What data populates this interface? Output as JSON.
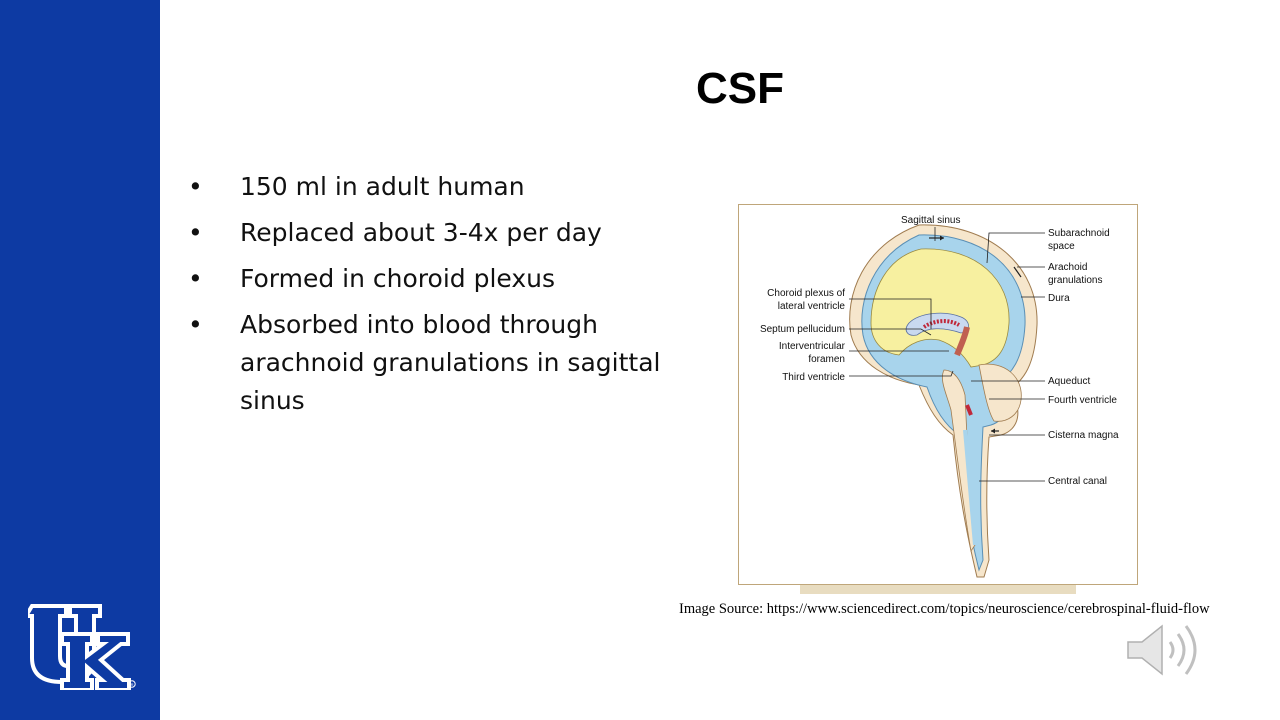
{
  "slide": {
    "title": "CSF",
    "bullets": [
      "150 ml in adult human",
      "Replaced about 3-4x per day",
      "Formed in choroid plexus",
      "Absorbed into blood through arachnoid granulations in sagittal sinus"
    ],
    "bullet_glyph": "•",
    "image_source": "Image Source: https://www.sciencedirect.com/topics/neuroscience/cerebrospinal-fluid-flow"
  },
  "figure": {
    "labels": {
      "sagittal_sinus": "Sagittal sinus",
      "subarachnoid_1": "Subarachnoid",
      "subarachnoid_2": "space",
      "arachoid_1": "Arachoid",
      "arachoid_2": "granulations",
      "dura": "Dura",
      "choroid_1": "Choroid plexus of",
      "choroid_2": "lateral ventricle",
      "septum": "Septum pellucidum",
      "interventricular_1": "Interventricular",
      "interventricular_2": "foramen",
      "third_ventricle": "Third ventricle",
      "aqueduct": "Aqueduct",
      "fourth_ventricle": "Fourth ventricle",
      "cisterna": "Cisterna magna",
      "central_canal": "Central canal"
    }
  },
  "colors": {
    "sidebar": "#0d3aa3",
    "csf_blue": "#a8d4ec",
    "brain_yellow": "#f7f0a0",
    "tissue": "#f6e6cc"
  },
  "icons": {
    "logo": "uk-logo-icon",
    "speaker": "speaker-icon"
  }
}
